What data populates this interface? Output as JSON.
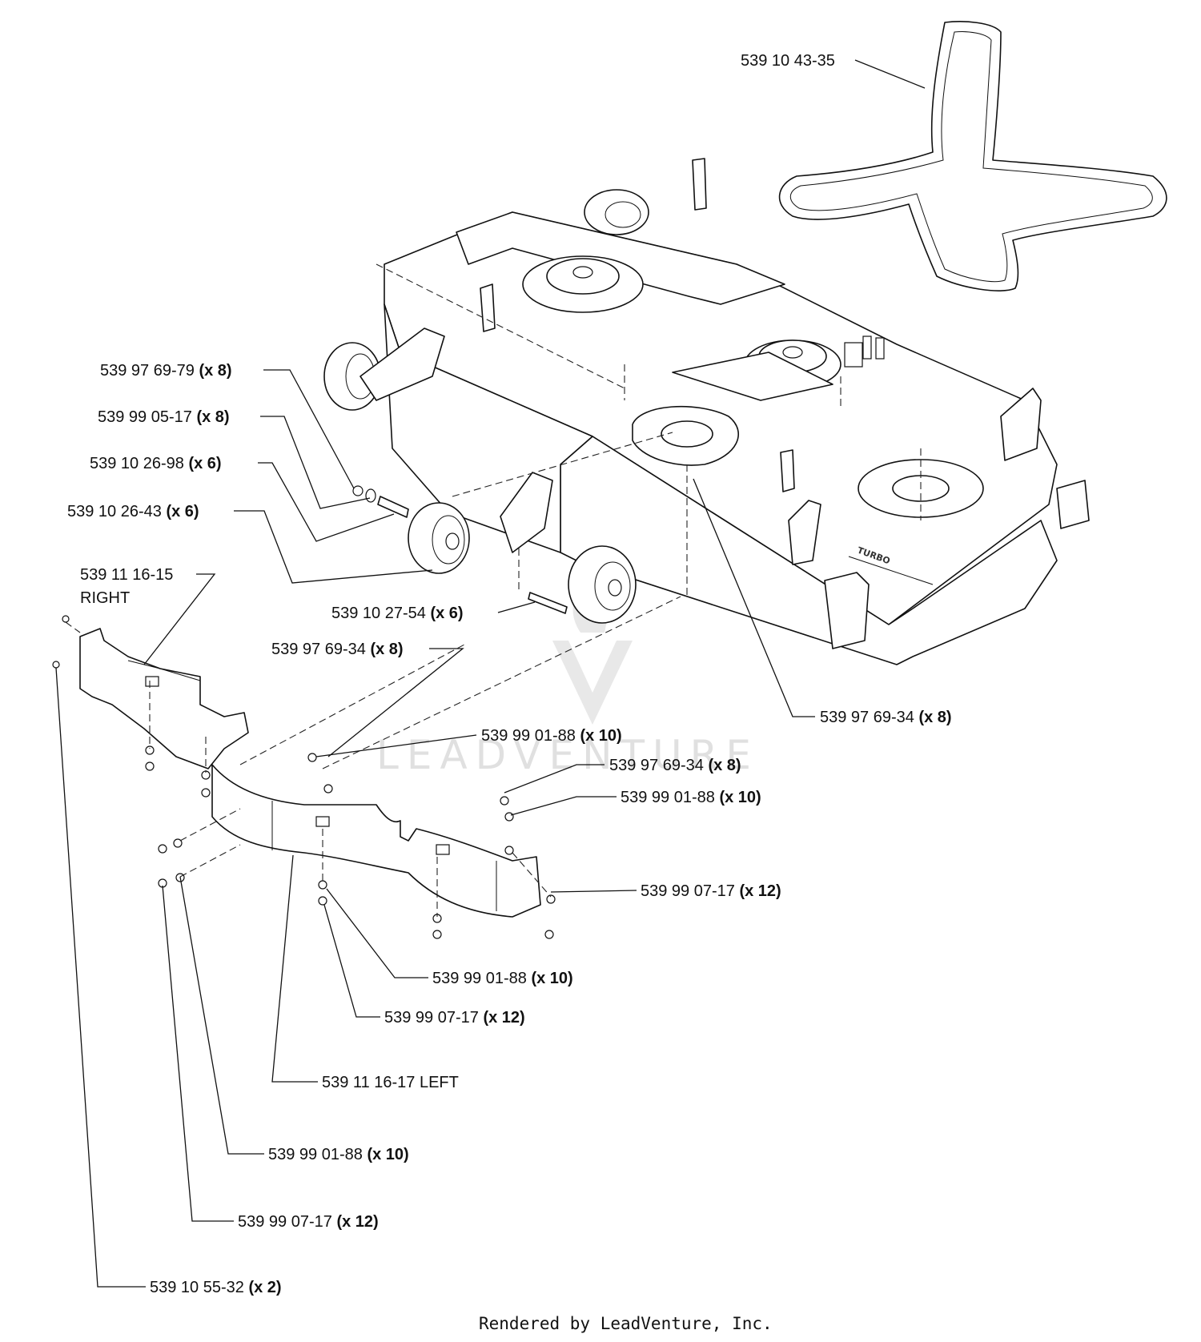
{
  "callouts": [
    {
      "part": "539 10 43-35",
      "qty": ""
    },
    {
      "part": "539 97 69-79",
      "qty": "(x 8)"
    },
    {
      "part": "539 99 05-17",
      "qty": "(x 8)"
    },
    {
      "part": "539 10 26-98",
      "qty": "(x 6)"
    },
    {
      "part": "539 10 26-43",
      "qty": "(x 6)"
    },
    {
      "part": "539 11 16-15",
      "qty": "",
      "line2": "RIGHT"
    },
    {
      "part": "539 10 27-54",
      "qty": "(x 6)"
    },
    {
      "part": "539 97 69-34",
      "qty": "(x 8)"
    },
    {
      "part": "539 97 69-34",
      "qty": "(x 8)"
    },
    {
      "part": "539 99 01-88",
      "qty": "(x 10)"
    },
    {
      "part": "539 97 69-34",
      "qty": "(x 8)"
    },
    {
      "part": "539 99 01-88",
      "qty": "(x 10)"
    },
    {
      "part": "539 99 07-17",
      "qty": "(x 12)"
    },
    {
      "part": "539 99 01-88",
      "qty": "(x 10)"
    },
    {
      "part": "539 99 07-17",
      "qty": "(x 12)"
    },
    {
      "part": "539 11 16-17 LEFT",
      "qty": ""
    },
    {
      "part": "539 99 01-88",
      "qty": "(x 10)"
    },
    {
      "part": "539 99 07-17",
      "qty": "(x 12)"
    },
    {
      "part": "539 10 55-32",
      "qty": "(x 2)"
    }
  ],
  "deck_decal": "TURBO",
  "watermark": "LEADVENTURE",
  "footer": "Rendered by LeadVenture, Inc."
}
